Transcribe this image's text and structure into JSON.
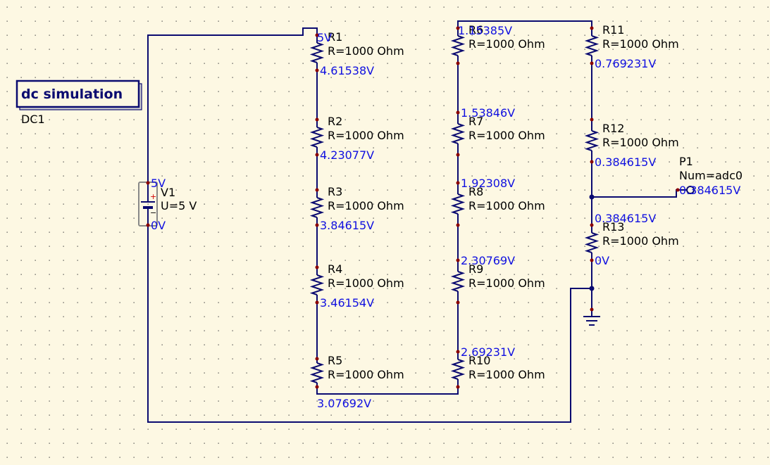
{
  "simulation": {
    "title": "dc simulation",
    "name": "DC1"
  },
  "source": {
    "name": "V1",
    "value": "U=5 V",
    "top_voltage": "5V",
    "bottom_voltage": "0V",
    "plus_sign": "+",
    "minus_sign": "−"
  },
  "resistors": [
    {
      "name": "R1",
      "value": "R=1000 Ohm"
    },
    {
      "name": "R2",
      "value": "R=1000 Ohm"
    },
    {
      "name": "R3",
      "value": "R=1000 Ohm"
    },
    {
      "name": "R4",
      "value": "R=1000 Ohm"
    },
    {
      "name": "R5",
      "value": "R=1000 Ohm"
    },
    {
      "name": "R6",
      "value": "R=1000 Ohm"
    },
    {
      "name": "R7",
      "value": "R=1000 Ohm"
    },
    {
      "name": "R8",
      "value": "R=1000 Ohm"
    },
    {
      "name": "R9",
      "value": "R=1000 Ohm"
    },
    {
      "name": "R10",
      "value": "R=1000 Ohm"
    },
    {
      "name": "R11",
      "value": "R=1000 Ohm"
    },
    {
      "name": "R12",
      "value": "R=1000 Ohm"
    },
    {
      "name": "R13",
      "value": "R=1000 Ohm"
    }
  ],
  "node_voltages": [
    "5V",
    "4.61538V",
    "4.23077V",
    "3.84615V",
    "3.46154V",
    "3.07692V",
    "1.15385V",
    "1.53846V",
    "1.92308V",
    "2.30769V",
    "2.69231V",
    "0.769231V",
    "0.384615V",
    "0.384615V",
    "0V"
  ],
  "probe": {
    "name": "P1",
    "param": "Num=adc0",
    "voltage": "0.384615V"
  },
  "colors": {
    "background": "#fdf8e3",
    "wire": "#0a0a70",
    "voltage_label": "#1010e0",
    "grid_dot": "#555555"
  }
}
